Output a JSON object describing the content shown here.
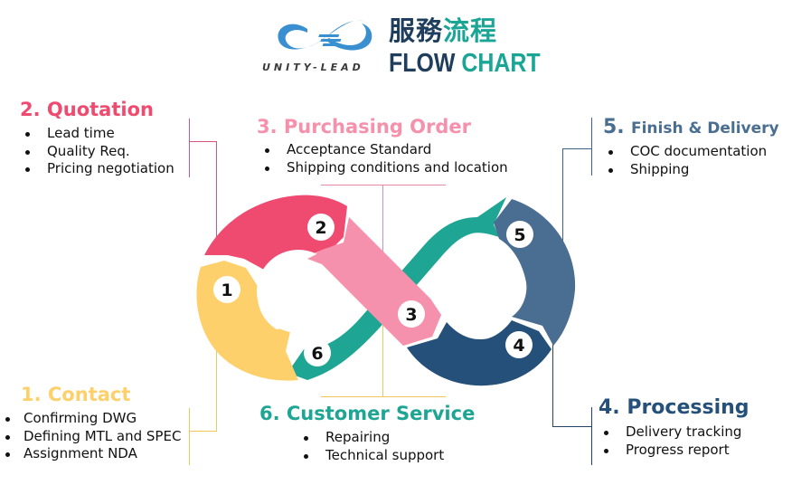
{
  "header": {
    "logo_text": "UNITY-LEAD",
    "title_cn_part1": "服務",
    "title_cn_part2": "流程",
    "title_en_part1": "FLOW",
    "title_en_part2": "CHART"
  },
  "colors": {
    "navy": "#1f3d5c",
    "teal": "#1aa595",
    "logo_blue": "#3a8fd1",
    "contact": "#fdd06b",
    "quotation": "#ef4a70",
    "purchasing": "#f591ac",
    "processing": "#25507a",
    "finish": "#4a6e92",
    "customer_service": "#1ea593"
  },
  "steps": [
    {
      "number": "1",
      "title": "1. Contact",
      "items": [
        "Confirming DWG",
        "Defining MTL and SPEC",
        "Assignment NDA"
      ]
    },
    {
      "number": "2",
      "title": "2. Quotation",
      "items": [
        "Lead time",
        "Quality Req.",
        "Pricing negotiation"
      ]
    },
    {
      "number": "3",
      "title": "3. Purchasing Order",
      "items": [
        "Acceptance Standard",
        "Shipping conditions and location"
      ]
    },
    {
      "number": "4",
      "title": "4. Processing",
      "items": [
        "Delivery tracking",
        "Progress report"
      ]
    },
    {
      "number": "5",
      "title_num": "5.",
      "title_text": "Finish & Delivery",
      "items": [
        "COC documentation",
        "Shipping"
      ]
    },
    {
      "number": "6",
      "title": "6. Customer Service",
      "items": [
        "Repairing",
        "Technical support"
      ]
    }
  ]
}
